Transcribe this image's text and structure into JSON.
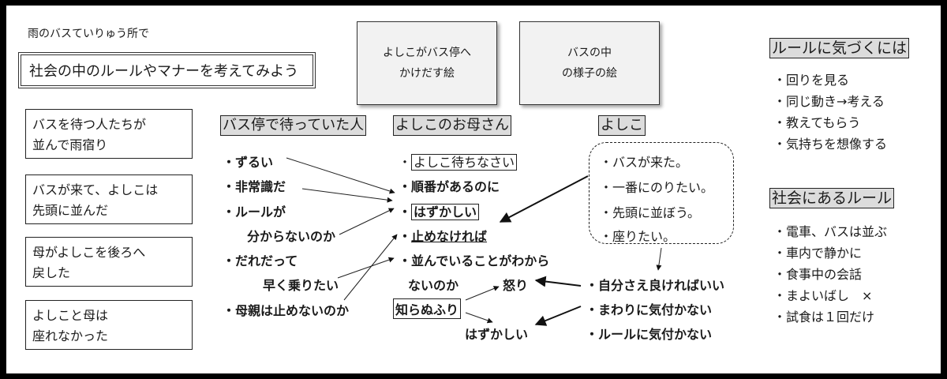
{
  "subtitle": "雨のバスていりゅう所で",
  "theme": "社会の中のルールやマナーを考えてみよう",
  "pictures": [
    {
      "line1": "よしこがバス停へ",
      "line2": "かけだす絵"
    },
    {
      "line1": "バスの中",
      "line2": "の様子の絵"
    }
  ],
  "scenes": [
    {
      "line1": "バスを待つ人たちが",
      "line2": "並んで雨宿り"
    },
    {
      "line1": "バスが来て、よしこは",
      "line2": "先頭に並んだ"
    },
    {
      "line1": "母がよしこを後ろへ",
      "line2": "戻した"
    },
    {
      "line1": "よしこと母は",
      "line2": "座れなかった"
    }
  ],
  "columns": {
    "waiting_people": {
      "header": "バス停で待っていた人",
      "items": [
        "・ずるい",
        "・非常識だ",
        "・ルールが",
        "分からないのか",
        "・だれだって",
        "早く乗りたい",
        "・母親は止めないのか"
      ]
    },
    "mother": {
      "header": "よしこのお母さん",
      "bullet": "・",
      "items": [
        "よしこ待ちなさい",
        "順番があるのに",
        "はずかしい",
        "止めなければ",
        "並んでいることがわから",
        "ないのか"
      ],
      "pretend": "知らぬふり",
      "anger": "怒り",
      "shame": "はずかしい"
    },
    "yoshiko": {
      "header": "よしこ",
      "thoughts": [
        "・バスが来た。",
        "・一番にのりたい。",
        "・先頭に並ぼう。",
        "・座りたい。"
      ],
      "evaluations": [
        "・自分さえ良ければいい",
        "・まわりに気付かない",
        "・ルールに気付かない"
      ]
    }
  },
  "noticing_rules": {
    "header": "ルールに気づくには",
    "items": [
      "・回りを見る",
      "・同じ動き→考える",
      "・教えてもらう",
      "・気持ちを想像する"
    ]
  },
  "society_rules": {
    "header": "社会にあるルール",
    "items": [
      "・電車、バスは並ぶ",
      "・車内で静かに",
      "・食事中の会話",
      "・まよいばし　×",
      "・試食は１回だけ"
    ]
  }
}
